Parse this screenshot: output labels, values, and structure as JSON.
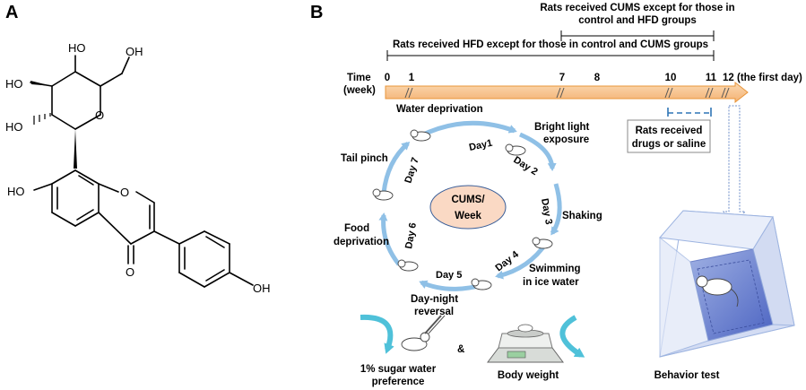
{
  "panel_a": {
    "letter": "A",
    "labels": {
      "oh_top": "HO",
      "oh_ch2": "OH",
      "ho_left_upper": "HO",
      "ho_left_lower": "HO",
      "ring_o": "O",
      "ho_chromone": "HO",
      "o_chromone": "O",
      "carbonyl_o": "O",
      "oh_phenol": "OH"
    }
  },
  "panel_b": {
    "letter": "B",
    "cums_bracket": "Rats received CUMS except for those in control and HFD groups",
    "cums_bracket_line1": "Rats received CUMS except for those in",
    "cums_bracket_line2": "control and HFD groups",
    "hfd_bracket": "Rats received HFD except for those in control and CUMS groups",
    "time_label_line1": "Time",
    "time_label_line2": "(week)",
    "ticks": [
      "0",
      "1",
      "7",
      "8",
      "10",
      "11",
      "12 (the first day)"
    ],
    "drug_box_line1": "Rats received",
    "drug_box_line2": "drugs or saline",
    "cycle_center_line1": "CUMS/",
    "cycle_center_line2": "Week",
    "days": [
      "Day1",
      "Day 2",
      "Day 3",
      "Day 4",
      "Day 5",
      "Day 6",
      "Day 7"
    ],
    "stressors": {
      "water": "Water deprivation",
      "light_line1": "Bright light",
      "light_line2": "exposure",
      "shaking": "Shaking",
      "swim_line1": "Swimming",
      "swim_line2": "in ice water",
      "daynight_line1": "Day-night",
      "daynight_line2": "reversal",
      "food_line1": "Food",
      "food_line2": "deprivation",
      "tail": "Tail pinch"
    },
    "sugar_line1": "1% sugar water",
    "sugar_line2": "preference",
    "ampersand": "&",
    "body_weight": "Body weight",
    "behavior_test": "Behavior test",
    "colors": {
      "timeline_fill": "#f7c48f",
      "timeline_stroke": "#e8953a",
      "cycle_arrow": "#8fc0e6",
      "center_ellipse_fill": "#fad9c4",
      "dashed_blue": "#2e75b6",
      "box_face": "#7f95d6",
      "teal_arrow": "#4fc1d9"
    }
  }
}
